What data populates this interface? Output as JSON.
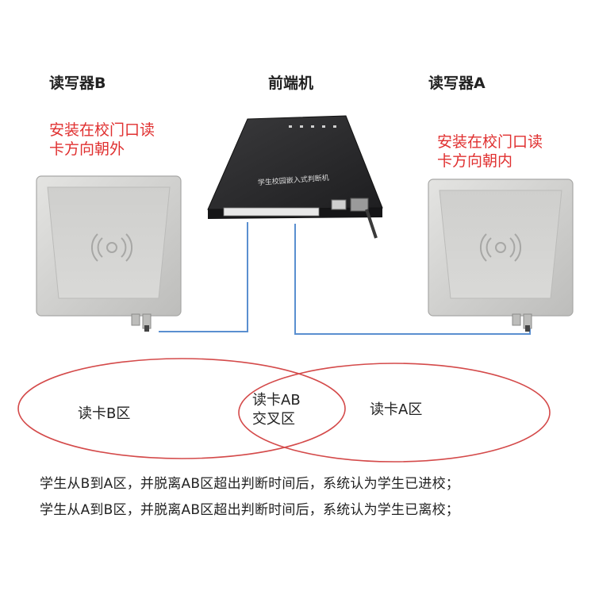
{
  "devices": {
    "reader_b": {
      "title": "读写器B",
      "note_line1": "安装在校门口读",
      "note_line2": "卡方向朝外"
    },
    "front_end": {
      "title": "前端机",
      "panel_text": "学生校园嵌入式判断机"
    },
    "reader_a": {
      "title": "读写器A",
      "note_line1": "安装在校门口读",
      "note_line2": "卡方向朝内"
    }
  },
  "zones": {
    "b": "读卡B区",
    "ab_line1": "读卡AB",
    "ab_line2": "交叉区",
    "a": "读卡A区"
  },
  "statements": [
    "学生从B到A区，并脱离AB区超出判断时间后，系统认为学生已进校；",
    "学生从A到B区，并脱离AB区超出判断时间后，系统认为学生已离校；"
  ],
  "colors": {
    "note_red": "#e03030",
    "ellipse_red": "#d44a4a",
    "cable_blue": "#5a8fd0",
    "device_gray": "#d2d2d0",
    "front_end_dark": "#2a2a2c"
  },
  "icons": [
    "rfid-wave-icon",
    "led-indicator-icon",
    "port-connector-icon"
  ]
}
